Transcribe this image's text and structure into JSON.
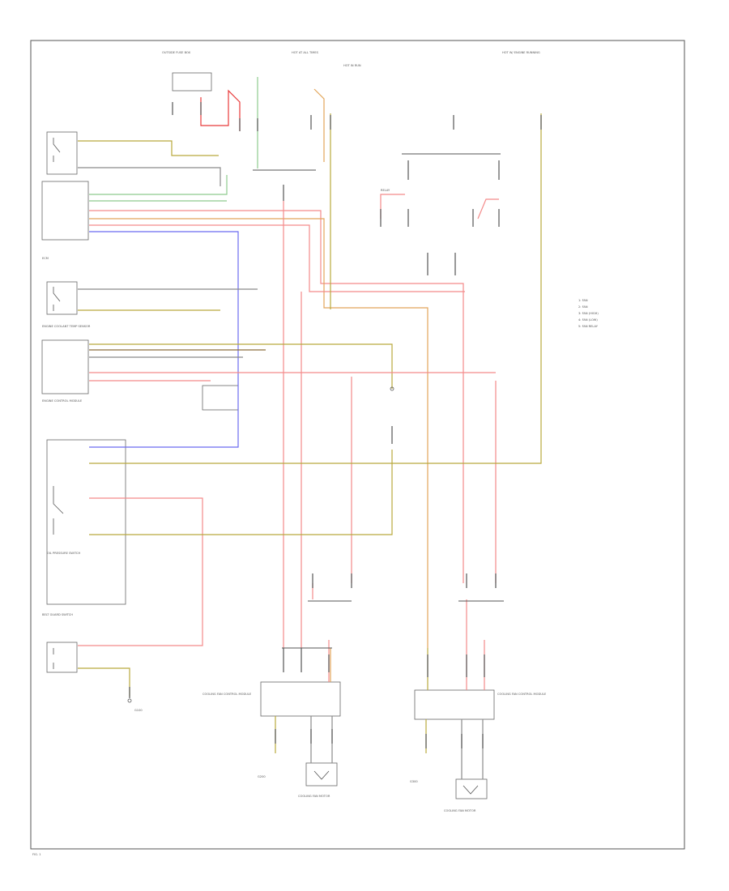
{
  "colors": {
    "yellow": "#b9a93d",
    "green": "#8ecb8e",
    "red": "#e83a3a",
    "pink": "#f48a8a",
    "orange": "#e2a55a",
    "blue": "#6b6bf0",
    "gray": "#8a8a8a",
    "brown": "#8c6d3d",
    "black": "#333333"
  },
  "labels": {
    "top_left_comp": "OUTSIDE FUSE BOX",
    "top_mid_fuse": "HOT AT ALL TIMES",
    "top_mid_ign": "HOT IN RUN",
    "top_right": "HOT W/ ENGINE RUNNING",
    "ecm_top": "ECM",
    "ecm_mid": "ENGINE COOLANT TEMP SENSOR",
    "ecm_bot": "ENGINE CONTROL MODULE",
    "oil": "OIL PRESSURE SWITCH",
    "belt": "BELT GUARD SWITCH",
    "ground_left": "G100",
    "ground_mid": "G200",
    "ground_right": "G300",
    "legend_1": "1: FAN",
    "legend_2": "2: FAN",
    "legend_3": "3: FAN (HIGH)",
    "legend_4": "4: FAN (LOW)",
    "legend_5": "5: FAN RELAY",
    "cool_left_title": "COOLING FAN CONTROL MODULE",
    "cool_right_title": "COOLING FAN CONTROL MODULE",
    "fan_left": "COOLING FAN MOTOR",
    "fan_right": "COOLING FAN MOTOR",
    "relay_label": "RELAY",
    "footer": "FIG. 1"
  }
}
